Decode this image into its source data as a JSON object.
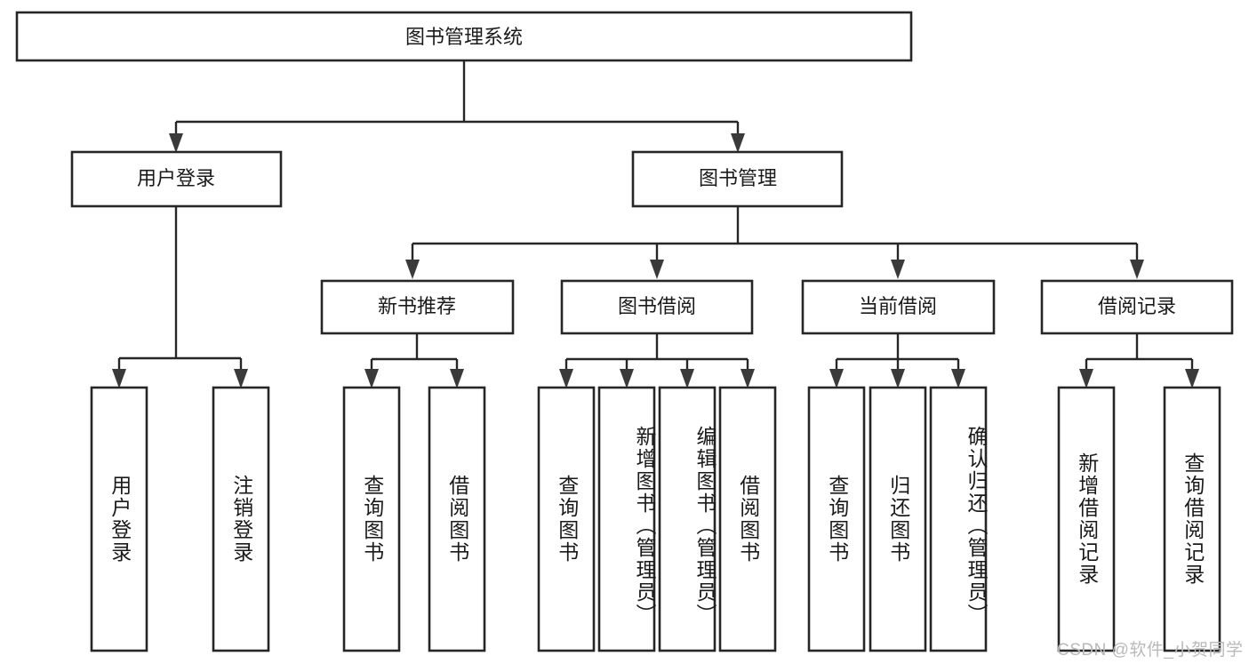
{
  "diagram": {
    "type": "tree-hierarchy",
    "title": "图书管理系统",
    "orientation": "top-down",
    "watermark": "CSDN @软件_小贺同学",
    "colors": {
      "box_fill": "#ffffff",
      "box_stroke": "#262626",
      "edge": "#262626",
      "arrow": "#3a3a3a",
      "text": "#1a1a1a",
      "watermark": "#b9b9b9",
      "background": "#ffffff"
    },
    "levels": {
      "level1": [
        "图书管理系统"
      ],
      "level2": [
        "用户登录",
        "图书管理"
      ],
      "level3": [
        "新书推荐",
        "图书借阅",
        "当前借阅",
        "借阅记录"
      ],
      "level4": [
        "用户登录",
        "注销登录",
        "查询图书",
        "借阅图书",
        "查询图书",
        "新增图书（管理员）",
        "编辑图书（管理员）",
        "借阅图书",
        "查询图书",
        "归还图书",
        "确认归还（管理员）",
        "新增借阅记录",
        "查询借阅记录"
      ]
    },
    "nodes": {
      "root": {
        "label": "图书管理系统"
      },
      "user_login": {
        "label": "用户登录"
      },
      "book_manage": {
        "label": "图书管理"
      },
      "new_book_rec": {
        "label": "新书推荐"
      },
      "book_borrow": {
        "label": "图书借阅"
      },
      "current_borrow": {
        "label": "当前借阅"
      },
      "borrow_record": {
        "label": "借阅记录"
      },
      "leaf_user_login": {
        "label": "用户登录"
      },
      "leaf_logout": {
        "label": "注销登录"
      },
      "leaf_query_book_1": {
        "label": "查询图书"
      },
      "leaf_borrow_book_1": {
        "label": "借阅图书"
      },
      "leaf_query_book_2": {
        "label": "查询图书"
      },
      "leaf_add_book": {
        "label": "新增图书（管理员）"
      },
      "leaf_edit_book": {
        "label": "编辑图书（管理员）"
      },
      "leaf_borrow_book_2": {
        "label": "借阅图书"
      },
      "leaf_query_book_3": {
        "label": "查询图书"
      },
      "leaf_return_book": {
        "label": "归还图书"
      },
      "leaf_confirm_return": {
        "label": "确认归还（管理员）"
      },
      "leaf_add_record": {
        "label": "新增借阅记录"
      },
      "leaf_query_record": {
        "label": "查询借阅记录"
      }
    },
    "edges": [
      {
        "from": "图书管理系统",
        "to": "用户登录"
      },
      {
        "from": "图书管理系统",
        "to": "图书管理"
      },
      {
        "from": "用户登录",
        "to": "用户登录"
      },
      {
        "from": "用户登录",
        "to": "注销登录"
      },
      {
        "from": "图书管理",
        "to": "新书推荐"
      },
      {
        "from": "图书管理",
        "to": "图书借阅"
      },
      {
        "from": "图书管理",
        "to": "当前借阅"
      },
      {
        "from": "图书管理",
        "to": "借阅记录"
      },
      {
        "from": "新书推荐",
        "to": "查询图书"
      },
      {
        "from": "新书推荐",
        "to": "借阅图书"
      },
      {
        "from": "图书借阅",
        "to": "查询图书"
      },
      {
        "from": "图书借阅",
        "to": "新增图书（管理员）"
      },
      {
        "from": "图书借阅",
        "to": "编辑图书（管理员）"
      },
      {
        "from": "图书借阅",
        "to": "借阅图书"
      },
      {
        "from": "当前借阅",
        "to": "查询图书"
      },
      {
        "from": "当前借阅",
        "to": "归还图书"
      },
      {
        "from": "当前借阅",
        "to": "确认归还（管理员）"
      },
      {
        "from": "借阅记录",
        "to": "新增借阅记录"
      },
      {
        "from": "借阅记录",
        "to": "查询借阅记录"
      }
    ]
  }
}
